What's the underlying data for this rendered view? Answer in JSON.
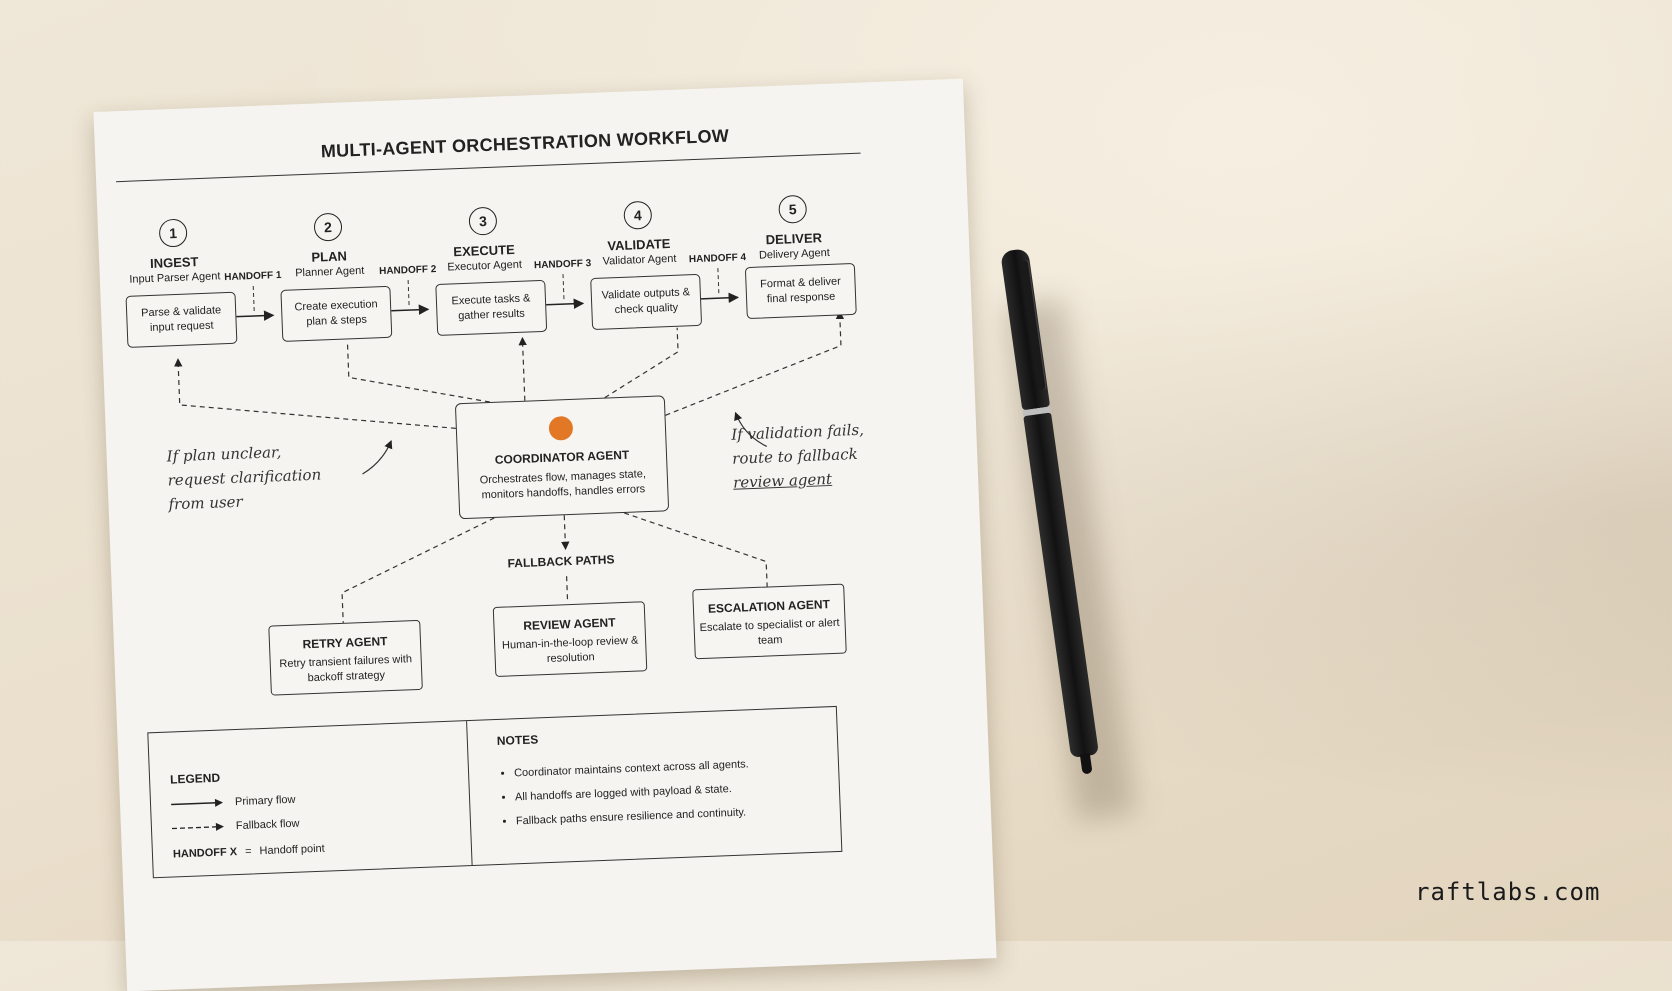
{
  "title": "MULTI-AGENT ORCHESTRATION WORKFLOW",
  "stages": [
    {
      "num": "1",
      "title": "INGEST",
      "agent": "Input Parser Agent",
      "task": "Parse & validate input request"
    },
    {
      "num": "2",
      "title": "PLAN",
      "agent": "Planner Agent",
      "task": "Create execution plan & steps"
    },
    {
      "num": "3",
      "title": "EXECUTE",
      "agent": "Executor Agent",
      "task": "Execute tasks & gather results"
    },
    {
      "num": "4",
      "title": "VALIDATE",
      "agent": "Validator Agent",
      "task": "Validate outputs & check quality"
    },
    {
      "num": "5",
      "title": "DELIVER",
      "agent": "Delivery Agent",
      "task": "Format & deliver final response"
    }
  ],
  "handoffs": [
    "HANDOFF 1",
    "HANDOFF 2",
    "HANDOFF 3",
    "HANDOFF 4"
  ],
  "coordinator": {
    "title": "COORDINATOR AGENT",
    "description": "Orchestrates flow, manages state, monitors handoffs, handles errors",
    "accent_color": "#e27826"
  },
  "fallback": {
    "title": "FALLBACK PATHS",
    "agents": [
      {
        "title": "RETRY AGENT",
        "description": "Retry transient failures with backoff strategy"
      },
      {
        "title": "REVIEW AGENT",
        "description": "Human-in-the-loop review & resolution"
      },
      {
        "title": "ESCALATION AGENT",
        "description": "Escalate to specialist or alert team"
      }
    ]
  },
  "annotations": {
    "left": [
      "If plan unclear,",
      "request clarification",
      "from user"
    ],
    "right": [
      "If validation fails,",
      "route to fallback",
      "review agent"
    ]
  },
  "legend": {
    "title": "LEGEND",
    "primary": "Primary flow",
    "fallback": "Fallback flow",
    "handoff_key": "HANDOFF X",
    "handoff_eq": "=",
    "handoff_desc": "Handoff point"
  },
  "notes": {
    "title": "NOTES",
    "items": [
      "Coordinator maintains context across all agents.",
      "All handoffs are logged with payload & state.",
      "Fallback paths ensure resilience and continuity."
    ]
  },
  "watermark": "raftlabs.com"
}
